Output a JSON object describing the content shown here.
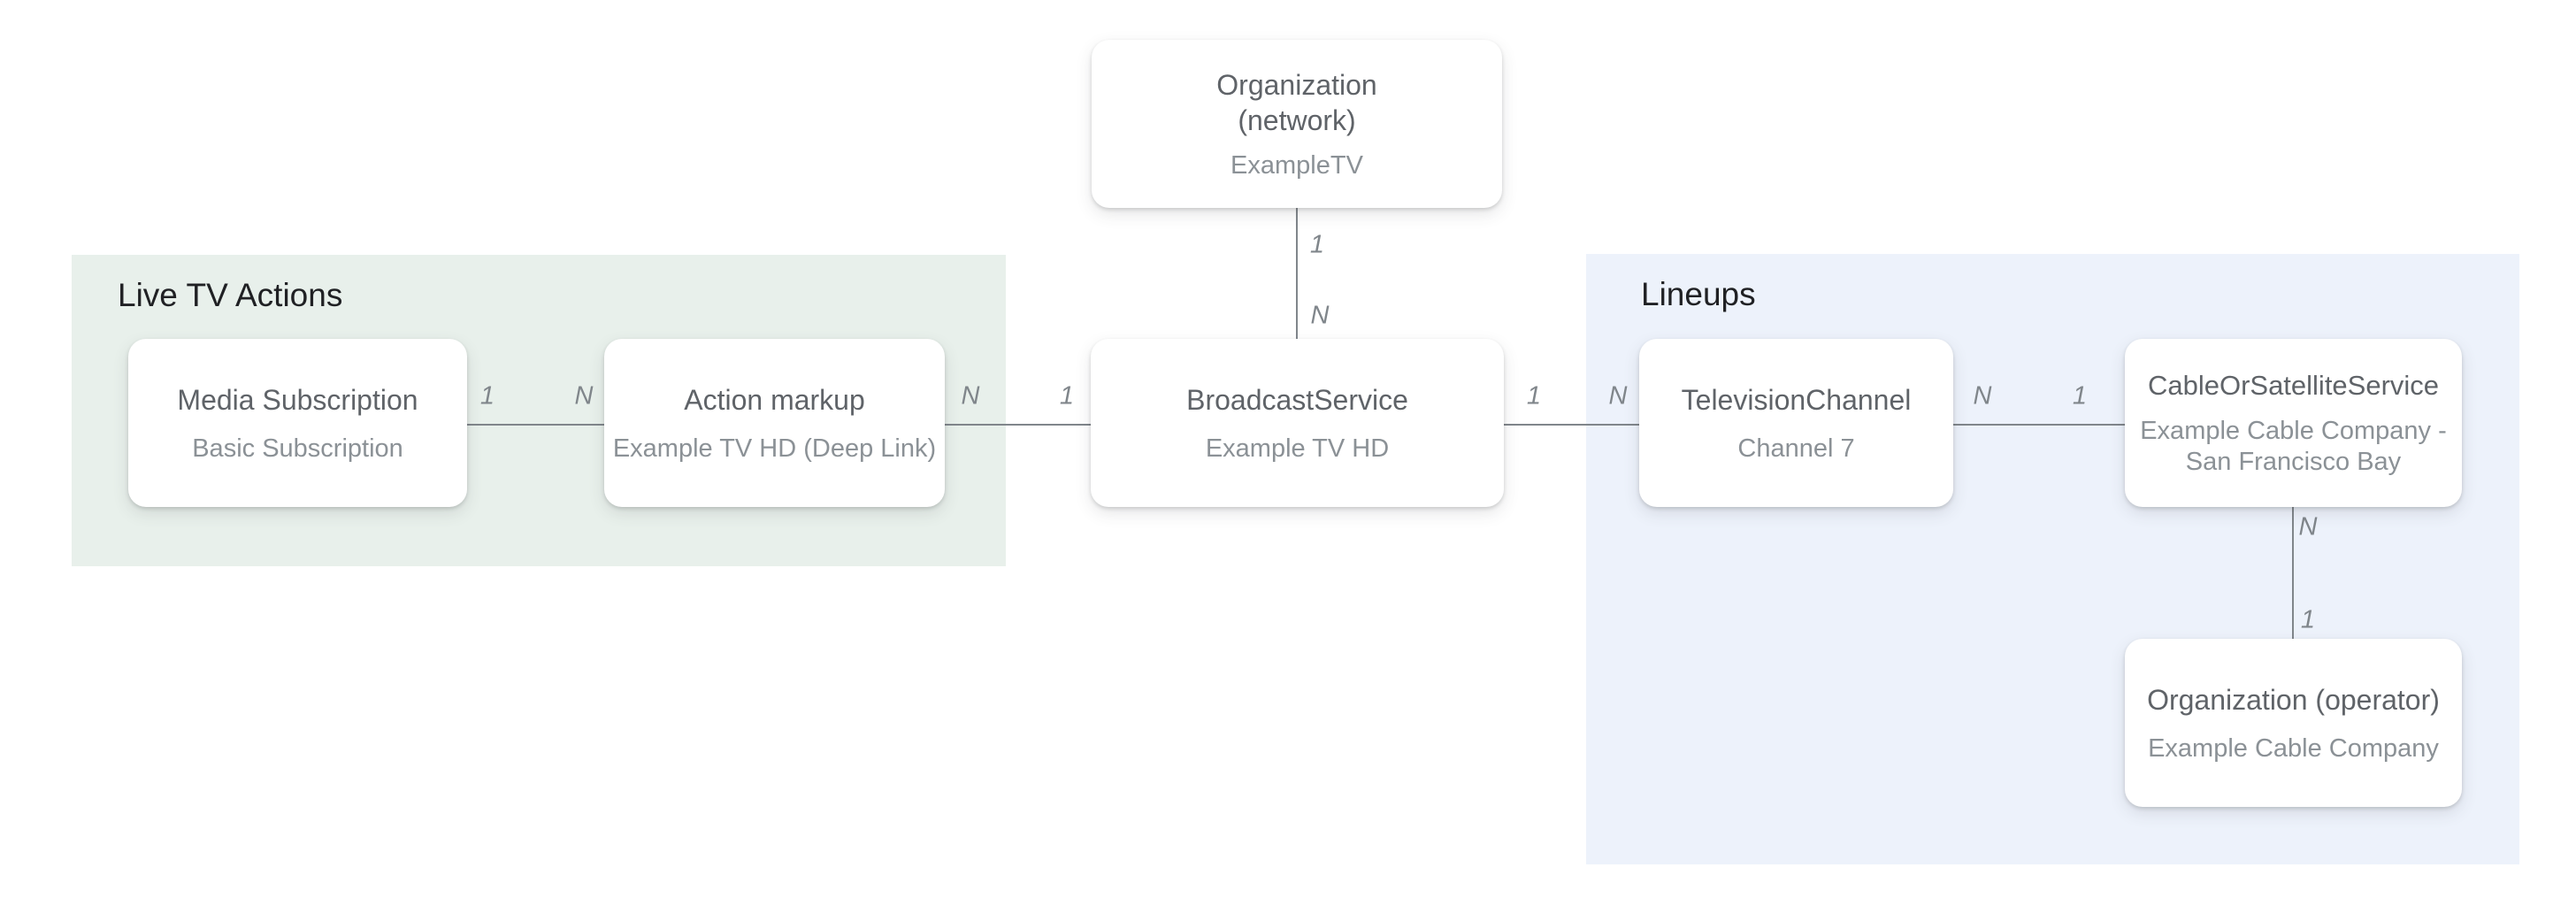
{
  "colors": {
    "group_green_bg": "#e8f0eb",
    "group_blue_bg": "#edf2fb",
    "node_bg": "#ffffff",
    "node_title": "#5f6368",
    "node_subtitle": "#8b9196",
    "group_header": "#202124",
    "connector": "#80868b"
  },
  "groups": [
    {
      "id": "live-tv-actions",
      "title": "Live TV Actions"
    },
    {
      "id": "lineups",
      "title": "Lineups"
    }
  ],
  "nodes": [
    {
      "id": "organization-network",
      "title_line1": "Organization",
      "title_line2": "(network)",
      "subtitle": "ExampleTV"
    },
    {
      "id": "media-subscription",
      "title": "Media Subscription",
      "subtitle": "Basic Subscription"
    },
    {
      "id": "action-markup",
      "title": "Action markup",
      "subtitle": "Example TV HD (Deep Link)"
    },
    {
      "id": "broadcast-service",
      "title": "BroadcastService",
      "subtitle": "Example TV HD"
    },
    {
      "id": "television-channel",
      "title": "TelevisionChannel",
      "subtitle": "Channel 7"
    },
    {
      "id": "cable-or-satellite-service",
      "title": "CableOrSatelliteService",
      "subtitle_line1": "Example Cable Company -",
      "subtitle_line2": "San Francisco Bay"
    },
    {
      "id": "organization-operator",
      "title": "Organization (operator)",
      "subtitle": "Example Cable Company"
    }
  ],
  "edges": [
    {
      "from": "organization-network",
      "to": "broadcast-service",
      "labels": [
        "1",
        "N"
      ]
    },
    {
      "from": "media-subscription",
      "to": "action-markup",
      "labels": [
        "1",
        "N"
      ]
    },
    {
      "from": "action-markup",
      "to": "broadcast-service",
      "labels": [
        "N",
        "1"
      ]
    },
    {
      "from": "broadcast-service",
      "to": "television-channel",
      "labels": [
        "1",
        "N"
      ]
    },
    {
      "from": "television-channel",
      "to": "cable-or-satellite-service",
      "labels": [
        "N",
        "1"
      ]
    },
    {
      "from": "cable-or-satellite-service",
      "to": "organization-operator",
      "labels": [
        "N",
        "1"
      ]
    }
  ]
}
